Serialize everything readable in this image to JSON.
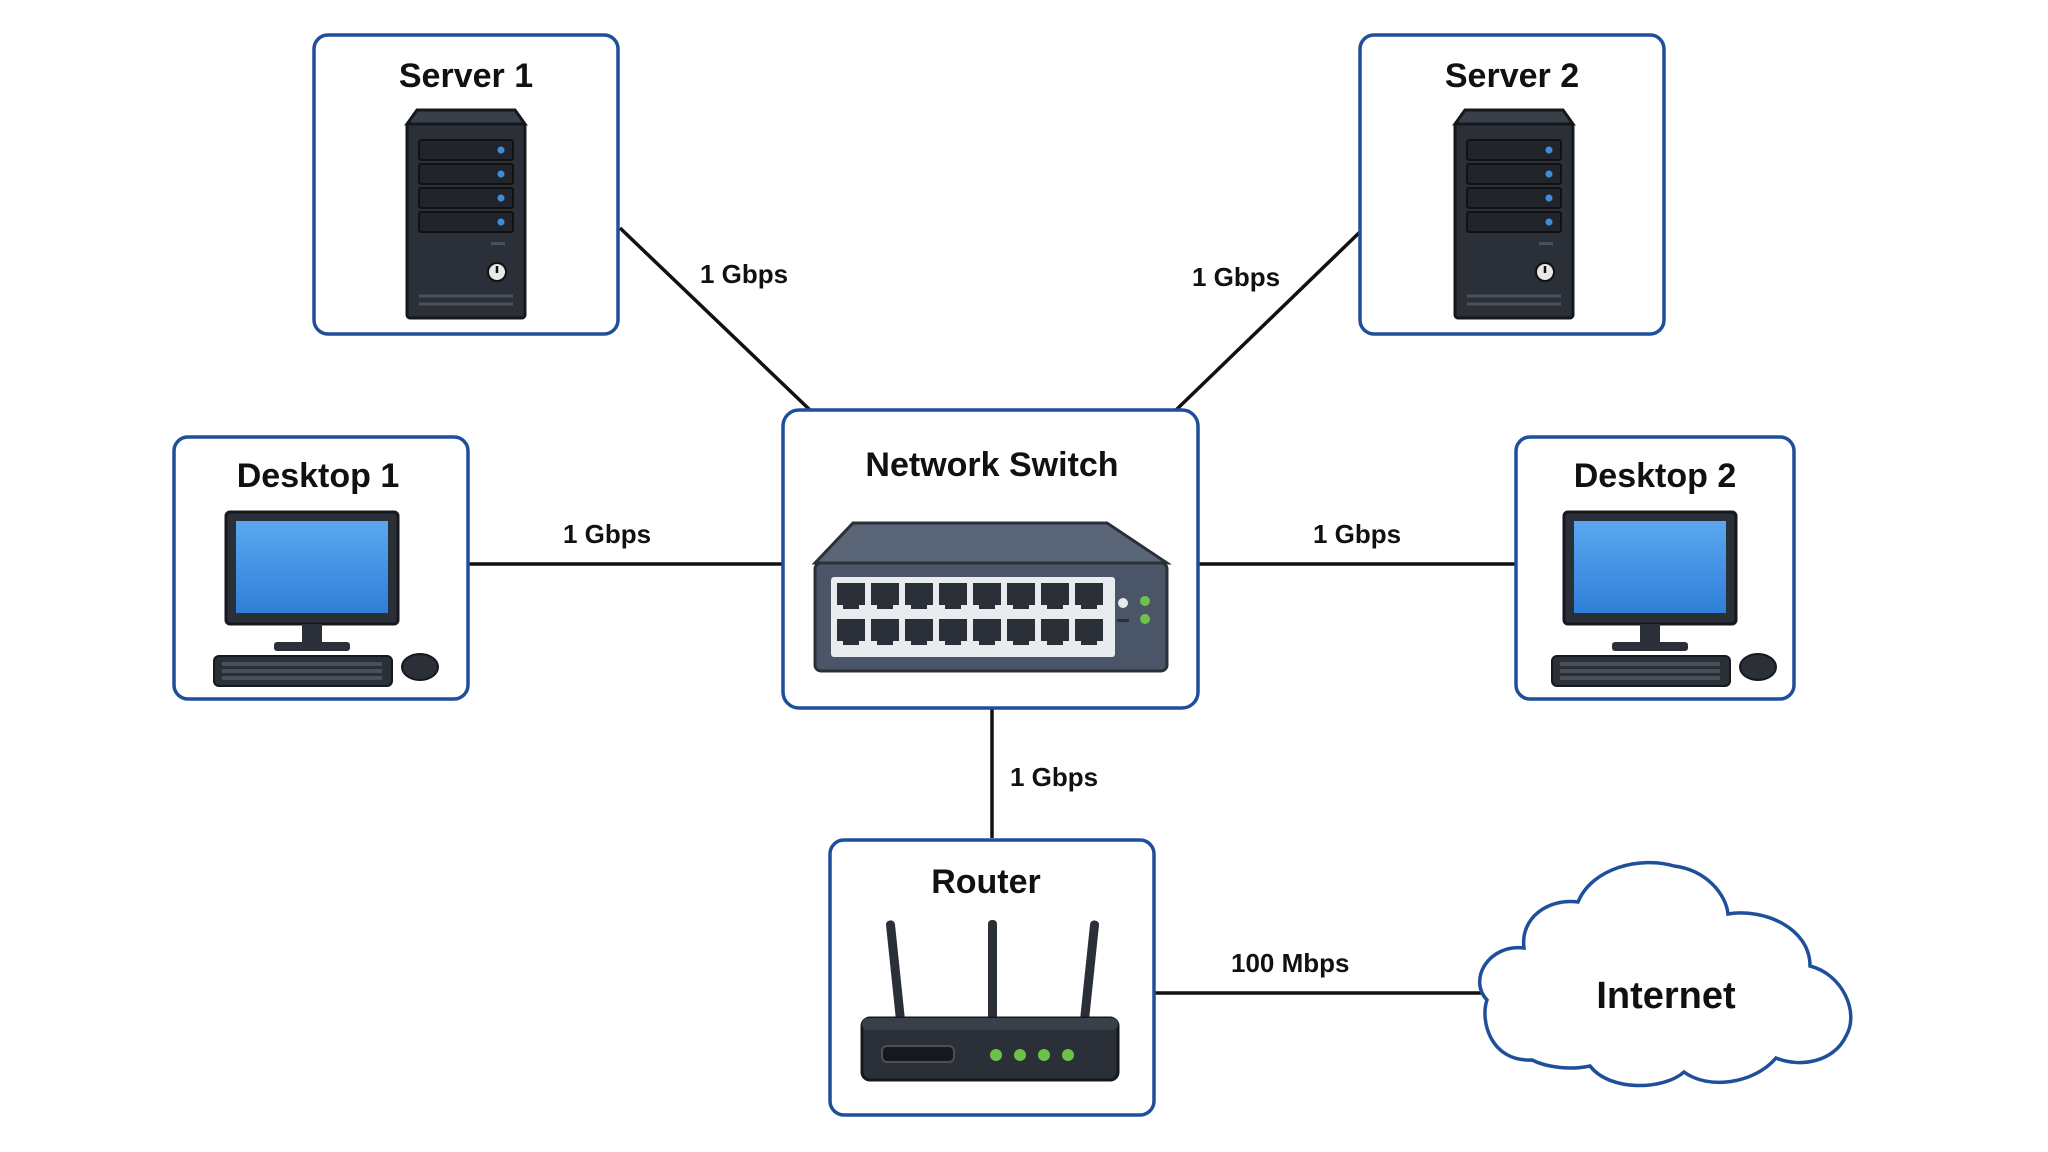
{
  "nodes": {
    "server1": {
      "label": "Server 1",
      "icon": "server-tower-icon"
    },
    "server2": {
      "label": "Server 2",
      "icon": "server-tower-icon"
    },
    "desktop1": {
      "label": "Desktop 1",
      "icon": "desktop-computer-icon"
    },
    "desktop2": {
      "label": "Desktop 2",
      "icon": "desktop-computer-icon"
    },
    "switch": {
      "label": "Network Switch",
      "icon": "network-switch-icon"
    },
    "router": {
      "label": "Router",
      "icon": "wifi-router-icon"
    },
    "internet": {
      "label": "Internet",
      "icon": "cloud-icon"
    }
  },
  "links": [
    {
      "from": "Server 1",
      "to": "Network Switch",
      "label": "1 Gbps"
    },
    {
      "from": "Server 2",
      "to": "Network Switch",
      "label": "1 Gbps"
    },
    {
      "from": "Desktop 1",
      "to": "Network Switch",
      "label": "1 Gbps"
    },
    {
      "from": "Desktop 2",
      "to": "Network Switch",
      "label": "1 Gbps"
    },
    {
      "from": "Network Switch",
      "to": "Router",
      "label": "1 Gbps"
    },
    {
      "from": "Router",
      "to": "Internet",
      "label": "100 Mbps"
    }
  ],
  "colors": {
    "box_border": "#1f4f9a",
    "device_body": "#2b3038",
    "screen": "#3b8ee6",
    "led_blue": "#3d8fdb",
    "led_green": "#6cc24a",
    "switch_body": "#4a5568"
  }
}
